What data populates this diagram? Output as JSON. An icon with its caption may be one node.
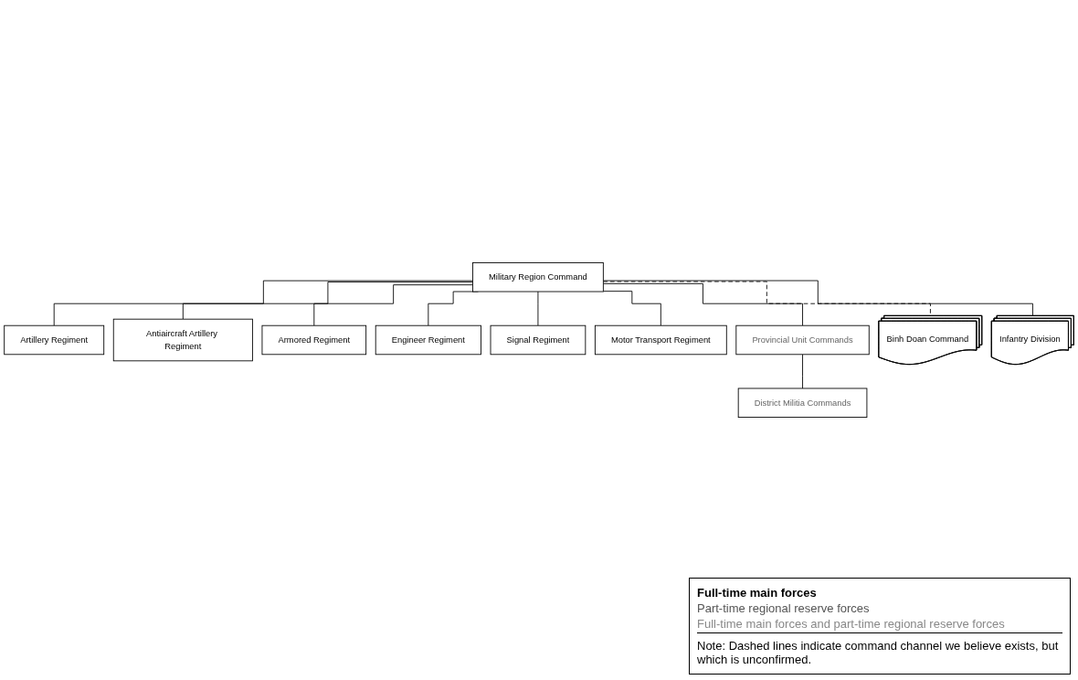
{
  "diagram": {
    "nodes": [
      {
        "text": [
          "Military Region Command"
        ]
      },
      {
        "text": [
          "Artillery Regiment"
        ]
      },
      {
        "text": [
          "Antiaircraft Artillery Regiment"
        ]
      },
      {
        "text": [
          "Armored Regiment"
        ]
      },
      {
        "text": [
          "Engineer Regiment"
        ]
      },
      {
        "text": [
          "Signal Regiment"
        ]
      },
      {
        "text": [
          "Motor Transport Regiment"
        ]
      },
      {
        "text": [
          "Provincial Unit Commands"
        ]
      },
      {
        "text": [
          "Binh Doan Command"
        ]
      },
      {
        "text": [
          "Infantry Division"
        ]
      },
      {
        "text": [
          "District Militia Commands"
        ]
      }
    ],
    "edges": [
      {
        "from": 0,
        "to": 1,
        "arrow": "none"
      },
      {
        "from": 0,
        "to": 6,
        "arrow": "none"
      },
      {
        "from": 0,
        "to": 2,
        "arrow": "none"
      },
      {
        "from": 0,
        "to": 7,
        "arrow": "none"
      },
      {
        "from": 0,
        "to": 3,
        "arrow": "none"
      },
      {
        "from": 0,
        "to": 8,
        "arrow": "none",
        "style": "dashed"
      },
      {
        "from": 0,
        "to": 4,
        "arrow": "none"
      },
      {
        "from": 0,
        "to": 9,
        "arrow": "none"
      },
      {
        "from": 0,
        "to": 5,
        "arrow": "none"
      },
      {
        "from": 7,
        "to": 10,
        "arrow": "none"
      }
    ],
    "labels": [
      "Note: Dashed lines indicate command channel we believe exists, but which is unconfirmed."
    ],
    "legend": [
      {
        "text": "Full-time main forces"
      },
      {
        "text": "Part-time regional reserve forces"
      },
      {
        "text": "Full-time main forces and part-time regional reserve forces"
      }
    ]
  }
}
